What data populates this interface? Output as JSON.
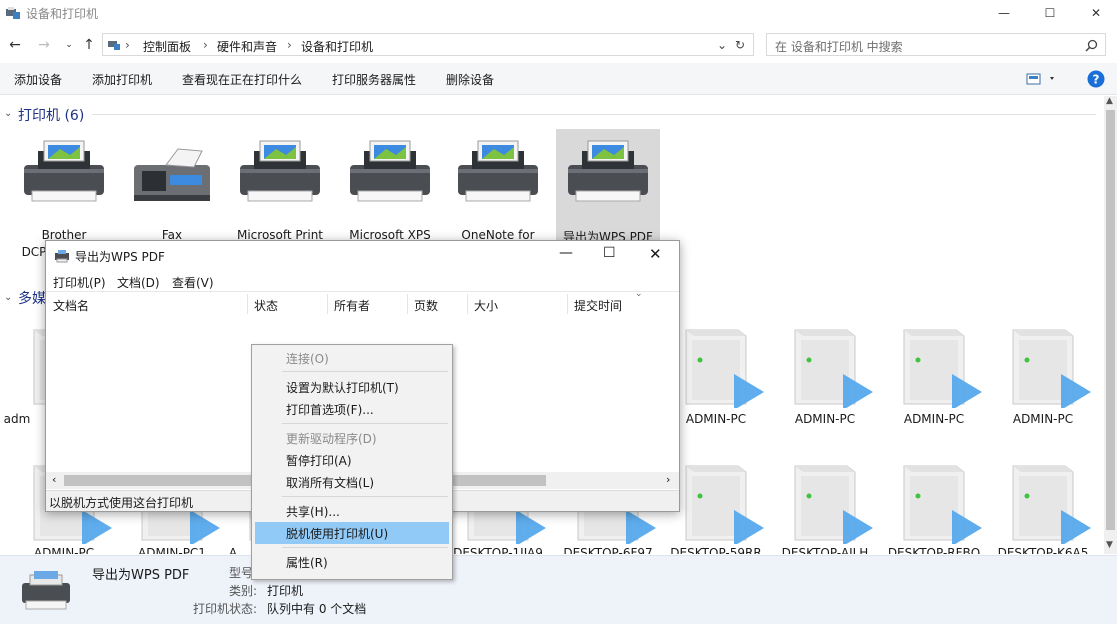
{
  "window": {
    "title": "设备和打印机",
    "controls": {
      "minimize": "—",
      "maximize": "☐",
      "close": "✕"
    }
  },
  "address": {
    "breadcrumb": [
      "控制面板",
      "硬件和声音",
      "设备和打印机"
    ],
    "search_placeholder": "在 设备和打印机 中搜索"
  },
  "toolbar": {
    "items": [
      "添加设备",
      "添加打印机",
      "查看现在正在打印什么",
      "打印服务器属性",
      "删除设备"
    ]
  },
  "printers": {
    "header": "打印机 (6)",
    "items": [
      {
        "label": "Brother",
        "label2": "DCP",
        "icon": "printer-icon"
      },
      {
        "label": "Fax",
        "icon": "fax-icon"
      },
      {
        "label": "Microsoft Print",
        "icon": "printer-icon"
      },
      {
        "label": "Microsoft XPS",
        "icon": "printer-icon"
      },
      {
        "label": "OneNote for",
        "icon": "printer-icon"
      },
      {
        "label": "导出为WPS PDF",
        "icon": "printer-icon",
        "selected": true
      }
    ]
  },
  "media": {
    "header": "多媒",
    "row1": [
      "adm",
      "ADMIN-PC",
      "ADMIN-PC",
      "ADMIN-PC",
      "ADMIN-PC"
    ],
    "row2": [
      "ADMIN-PC",
      "ADMIN-PC1",
      "A",
      "DESKTOP-1IJA9",
      "DESKTOP-6F97",
      "DESKTOP-59RR",
      "DESKTOP-AJLH",
      "DESKTOP-RFBQ",
      "DESKTOP-K6A5"
    ]
  },
  "details": {
    "name": "导出为WPS PDF",
    "model_label": "型号",
    "category_label": "类别:",
    "category_value": "打印机",
    "status_label": "打印机状态:",
    "status_value": "队列中有 0 个文档"
  },
  "queue_window": {
    "title": "导出为WPS PDF",
    "menus": [
      "打印机(P)",
      "文档(D)",
      "查看(V)"
    ],
    "columns": [
      "文档名",
      "状态",
      "所有者",
      "页数",
      "大小",
      "提交时间"
    ],
    "status_bar": "以脱机方式使用这台打印机"
  },
  "context_menu": {
    "items": [
      {
        "label": "连接(O)",
        "disabled": true
      },
      {
        "label": "设置为默认打印机(T)"
      },
      {
        "label": "打印首选项(F)..."
      },
      {
        "label": "更新驱动程序(D)",
        "disabled": true
      },
      {
        "label": "暂停打印(A)"
      },
      {
        "label": "取消所有文档(L)"
      },
      {
        "label": "共享(H)..."
      },
      {
        "label": "脱机使用打印机(U)",
        "highlighted": true
      },
      {
        "label": "属性(R)"
      }
    ]
  },
  "colors": {
    "accent": "#1e3287",
    "highlight": "#91c9f7",
    "help": "#1a6fd6"
  }
}
